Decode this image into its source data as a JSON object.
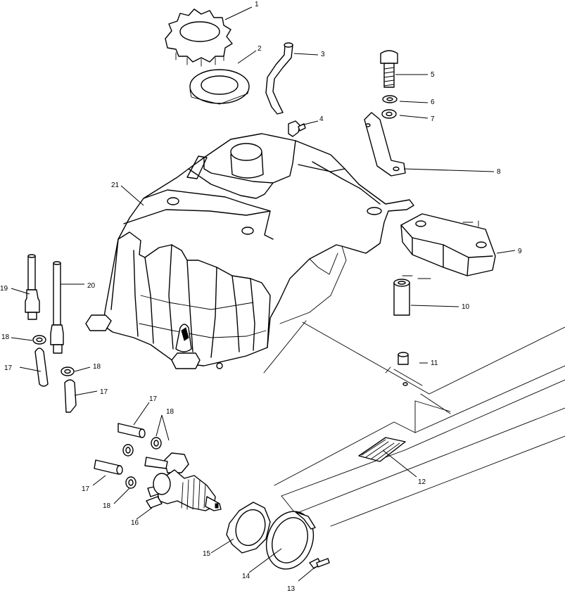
{
  "callouts": [
    {
      "id": "c1",
      "text": "1"
    },
    {
      "id": "c2",
      "text": "2"
    },
    {
      "id": "c3",
      "text": "3"
    },
    {
      "id": "c4",
      "text": "4"
    },
    {
      "id": "c5",
      "text": "5"
    },
    {
      "id": "c6",
      "text": "6"
    },
    {
      "id": "c7",
      "text": "7"
    },
    {
      "id": "c8",
      "text": "8"
    },
    {
      "id": "c9",
      "text": "9"
    },
    {
      "id": "c10",
      "text": "10"
    },
    {
      "id": "c11",
      "text": "11"
    },
    {
      "id": "c12",
      "text": "12"
    },
    {
      "id": "c13",
      "text": "13"
    },
    {
      "id": "c14",
      "text": "14"
    },
    {
      "id": "c15",
      "text": "15"
    },
    {
      "id": "c16",
      "text": "16"
    },
    {
      "id": "c17a",
      "text": "17"
    },
    {
      "id": "c17b",
      "text": "17"
    },
    {
      "id": "c17c",
      "text": "17"
    },
    {
      "id": "c17d",
      "text": "17"
    },
    {
      "id": "c18a",
      "text": "18"
    },
    {
      "id": "c18b",
      "text": "18"
    },
    {
      "id": "c18c",
      "text": "18"
    },
    {
      "id": "c18d",
      "text": "18"
    },
    {
      "id": "c19",
      "text": "19"
    },
    {
      "id": "c20",
      "text": "20"
    },
    {
      "id": "c21",
      "text": "21"
    }
  ]
}
